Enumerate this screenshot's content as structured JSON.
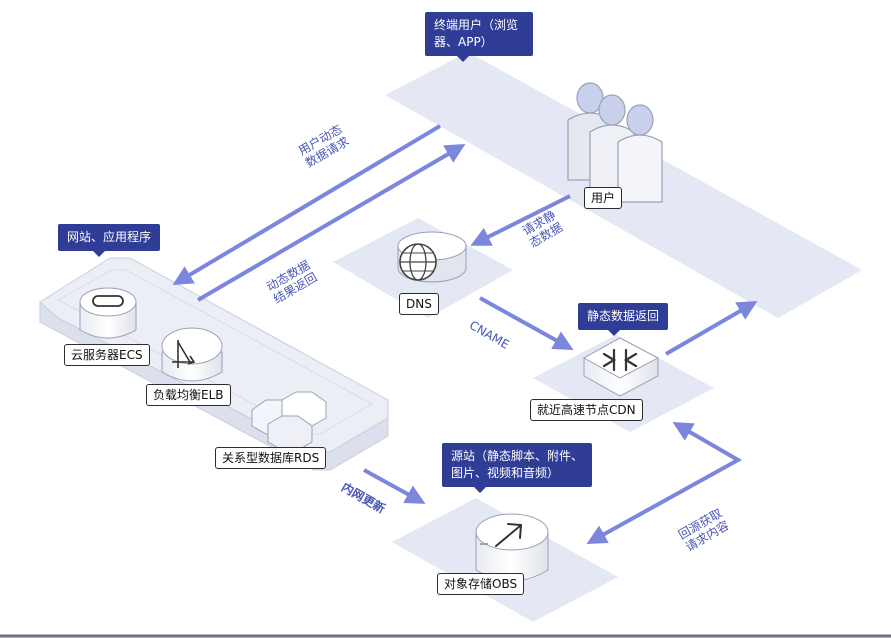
{
  "colors": {
    "accent": "#2f3d96",
    "arrow": "#7c86dd",
    "plane": "#e4e7f4",
    "text": "#111111"
  },
  "callouts": {
    "end_user": "终端用户（浏览\n器、APP）",
    "website": "网站、应用程序",
    "static_return": "静态数据返回",
    "origin": "源站（静态脚本、附件、\n图片、视频和音频）"
  },
  "nodes": {
    "users": {
      "label": "用户",
      "icon": "user-group-icon"
    },
    "dns": {
      "label": "DNS",
      "icon": "globe-icon"
    },
    "cdn": {
      "label": "就近高速节点CDN",
      "icon": "cdn-node-icon"
    },
    "ecs": {
      "label": "云服务器ECS",
      "icon": "server-icon"
    },
    "elb": {
      "label": "负载均衡ELB",
      "icon": "load-balancer-icon"
    },
    "rds": {
      "label": "关系型数据库RDS",
      "icon": "database-icon"
    },
    "obs": {
      "label": "对象存储OBS",
      "icon": "storage-upload-icon"
    }
  },
  "flows": {
    "dynamic_request": "用户动态\n数据请求",
    "dynamic_result": "动态数据\n结果返回",
    "static_request": "请求静\n态数据",
    "cname": "CNAME",
    "internal_update": "内网更新",
    "origin_fetch": "回源获取\n请求内容"
  }
}
